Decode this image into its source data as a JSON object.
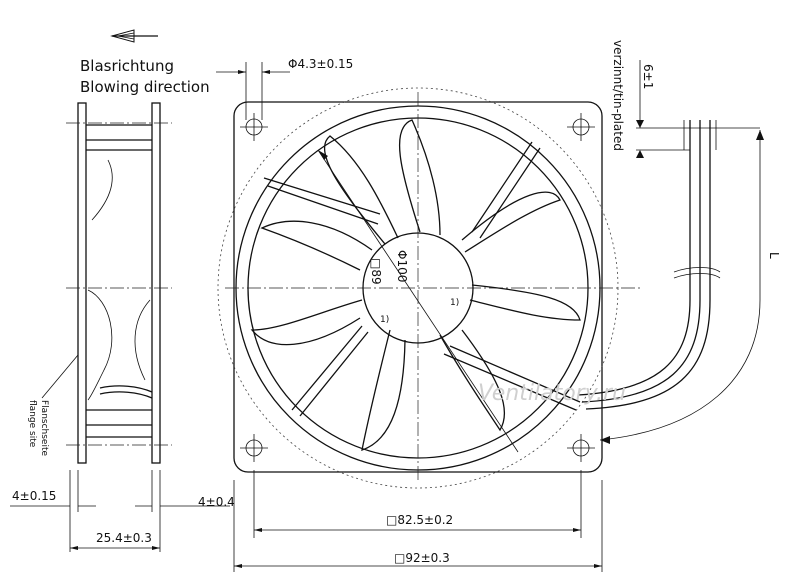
{
  "labels": {
    "blowing_de": "Blasrichtung",
    "blowing_en": "Blowing direction",
    "flange_de": "Flanschseite",
    "flange_en": "flange site",
    "tinned": "verzinnt/tin-plated",
    "length": "L",
    "watermark": "Ventilatory.ru"
  },
  "dimensions": {
    "hole_diameter": "Φ4.3±0.15",
    "lead_strip": "6±1",
    "flange_thickness": "4±0.15",
    "depth_offset": "4±0.4",
    "frame_depth": "25.4±0.3",
    "hole_spacing": "□82.5±0.2",
    "frame_size": "□92±0.3",
    "outer_diameter": "Φ100",
    "hub_square": "□89"
  }
}
